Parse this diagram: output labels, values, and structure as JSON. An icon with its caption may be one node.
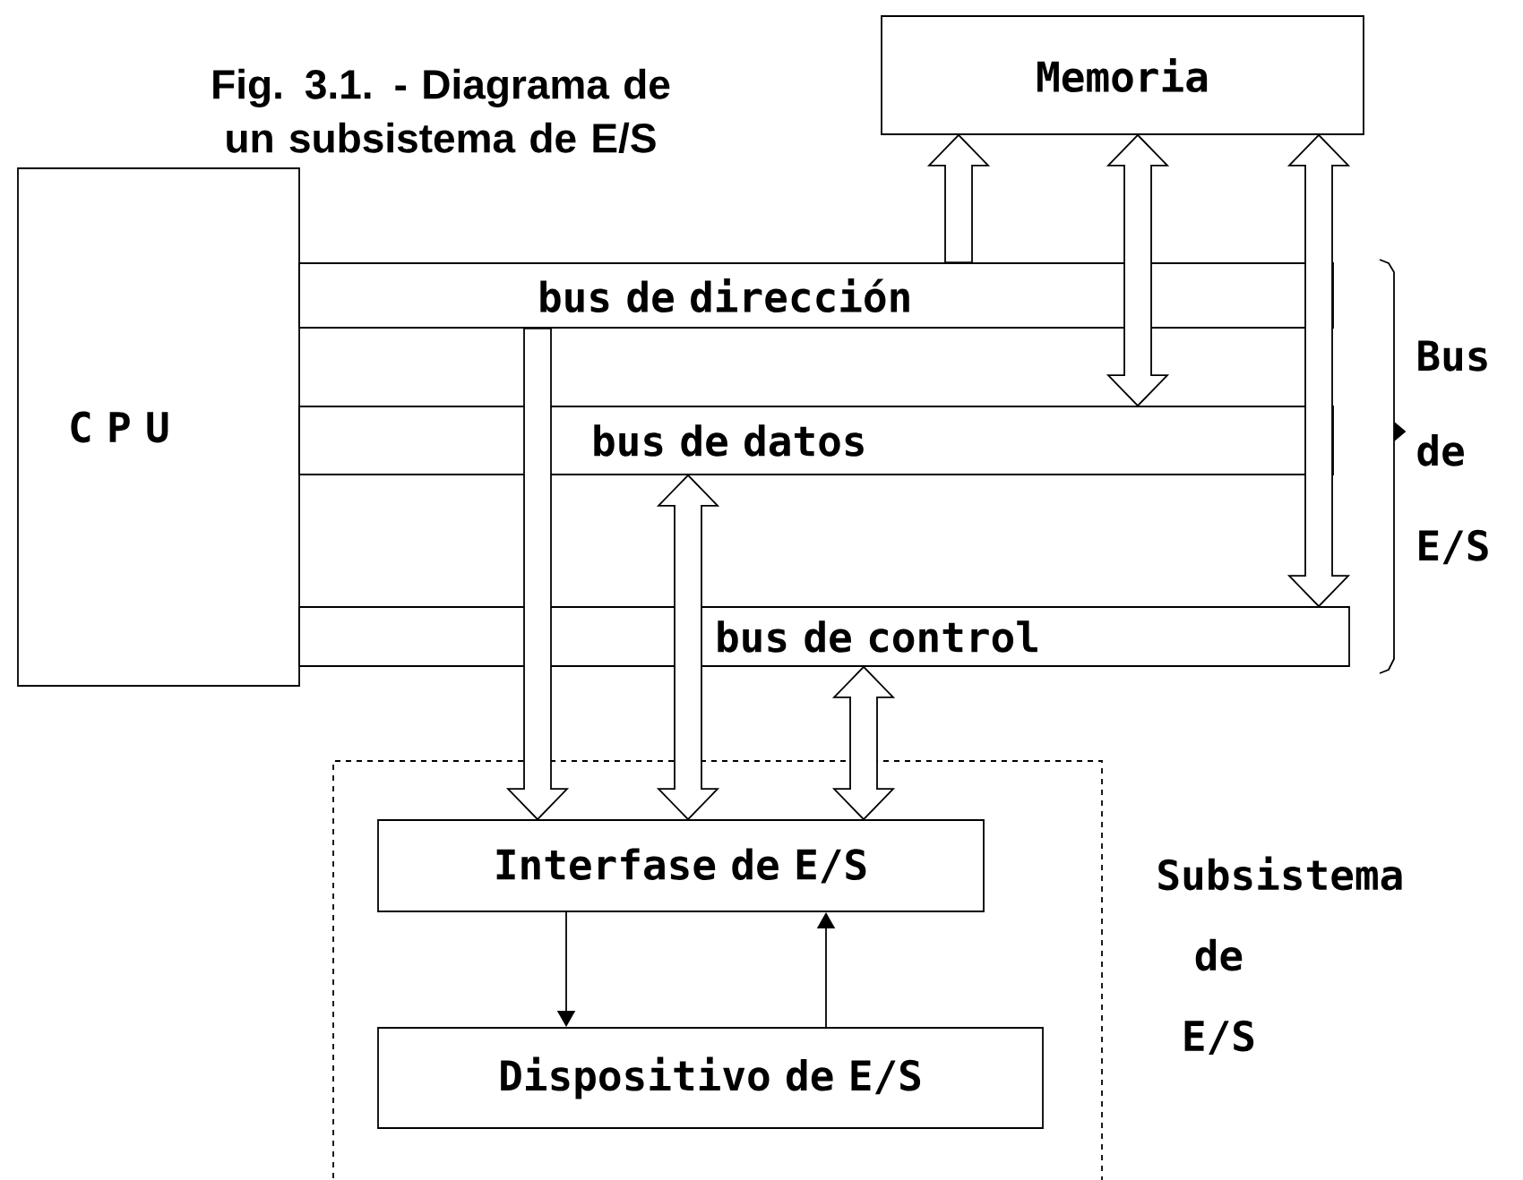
{
  "diagram": {
    "title": "Fig. 3.1. - Diagrama de un subsistema de E/S",
    "nodes": [
      {
        "text": [
          "C P U"
        ]
      },
      {
        "text": [
          "Memoria"
        ]
      },
      {
        "text": [
          "bus de dirección"
        ]
      },
      {
        "text": [
          "bus de datos"
        ]
      },
      {
        "text": [
          "bus de control"
        ]
      },
      {
        "text": [],
        "shape": "box",
        "beside": [
          "Subsistema de E/S"
        ]
      },
      {
        "text": [
          "Interfase de E/S"
        ],
        "in": 5
      },
      {
        "text": [
          "Dispositivo de E/S"
        ],
        "in": 5
      }
    ],
    "edges": [
      {
        "from": 2,
        "to": 1,
        "arrow": "to"
      },
      {
        "from": 1,
        "to": 3,
        "arrow": "both"
      },
      {
        "from": 1,
        "to": 4,
        "arrow": "both"
      },
      {
        "from": 2,
        "to": 6,
        "arrow": "to"
      },
      {
        "from": 3,
        "to": 6,
        "arrow": "both"
      },
      {
        "from": 4,
        "to": 6,
        "arrow": "both"
      },
      {
        "from": 6,
        "to": 7,
        "arrow": "to"
      },
      {
        "from": 7,
        "to": 6,
        "arrow": "to"
      }
    ],
    "labels": [
      "Bus de E/S"
    ]
  }
}
